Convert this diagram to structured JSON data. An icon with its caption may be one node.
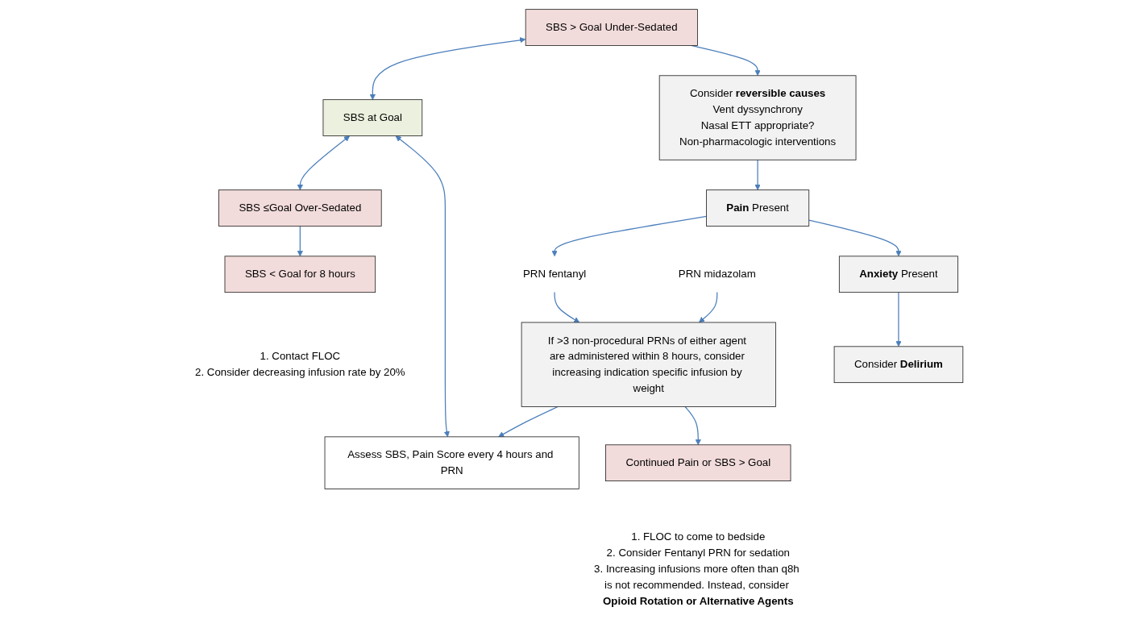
{
  "diagram": {
    "nodes": [
      {
        "text": [
          "SBS > Goal Under-Sedated"
        ]
      },
      {
        "text": [
          "SBS at Goal"
        ]
      },
      {
        "text": [
          "SBS ≤Goal Over-Sedated"
        ]
      },
      {
        "text": [
          "Consider **reversible causes**",
          "Vent dyssynchrony",
          "Nasal ETT appropriate?",
          "Non-pharmacologic interventions"
        ]
      },
      {
        "text": [
          "Assess SBS, Pain Score every 4 hours and PRN"
        ]
      },
      {
        "text": [
          "SBS < Goal for 8 hours"
        ],
        "beside": [
          "1. Contact FLOC",
          "2. Consider decreasing infusion rate by 20%"
        ]
      },
      {
        "text": [
          "**Pain** Present"
        ]
      },
      {
        "text": [
          "PRN fentanyl"
        ]
      },
      {
        "text": [
          "If >3 non-procedural PRNs of either agent are administered within 8 hours, consider increasing indication specific infusion by weight"
        ]
      },
      {
        "text": [
          "**Anxiety** Present"
        ]
      },
      {
        "text": [
          "PRN midazolam"
        ]
      },
      {
        "text": [
          "Continued Pain or SBS > Goal"
        ],
        "beside": [
          "1. FLOC to come to bedside",
          "2. Consider Fentanyl PRN for sedation",
          "3. Increasing infusions more often than q8h is not recommended. Instead, consider **Opioid Rotation or Alternative Agents**"
        ]
      },
      {
        "text": [
          "Consider **Delirium**"
        ]
      }
    ],
    "edges": [
      {
        "from": 0,
        "to": 1,
        "arrow": "both"
      },
      {
        "from": 1,
        "to": 2,
        "arrow": "both"
      },
      {
        "from": 1,
        "to": 4,
        "arrow": "both"
      },
      {
        "from": 0,
        "to": 3,
        "arrow": "to"
      },
      {
        "from": 2,
        "to": 5,
        "arrow": "to"
      },
      {
        "from": 3,
        "to": 6,
        "arrow": "to"
      },
      {
        "from": 6,
        "to": 7,
        "arrow": "to"
      },
      {
        "from": 7,
        "to": 8,
        "arrow": "to"
      },
      {
        "from": 6,
        "to": 9,
        "arrow": "to"
      },
      {
        "from": 9,
        "to": 12,
        "arrow": "to"
      },
      {
        "from": 10,
        "to": 8,
        "arrow": "to"
      },
      {
        "from": 8,
        "to": 4,
        "arrow": "to"
      },
      {
        "from": 8,
        "to": 11,
        "arrow": "to"
      }
    ]
  }
}
